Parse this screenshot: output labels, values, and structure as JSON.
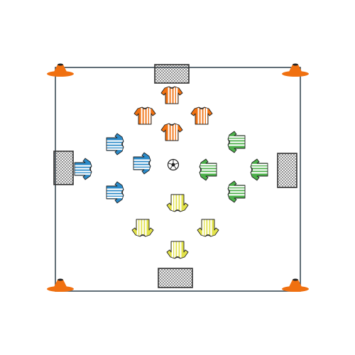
{
  "drill": {
    "pitch": {
      "line_color": "#3a4a55"
    },
    "cone_color": "#f07010",
    "teams": [
      {
        "name_key": "orange",
        "color": "#f07010",
        "players": 4
      },
      {
        "name_key": "blue",
        "color": "#2b8ac8",
        "players": 4
      },
      {
        "name_key": "green",
        "color": "#4cb04a",
        "players": 4
      },
      {
        "name_key": "yellow",
        "color": "#e2e24a",
        "players": 4
      }
    ],
    "goals": 4,
    "cones": 4,
    "ball": 1
  }
}
